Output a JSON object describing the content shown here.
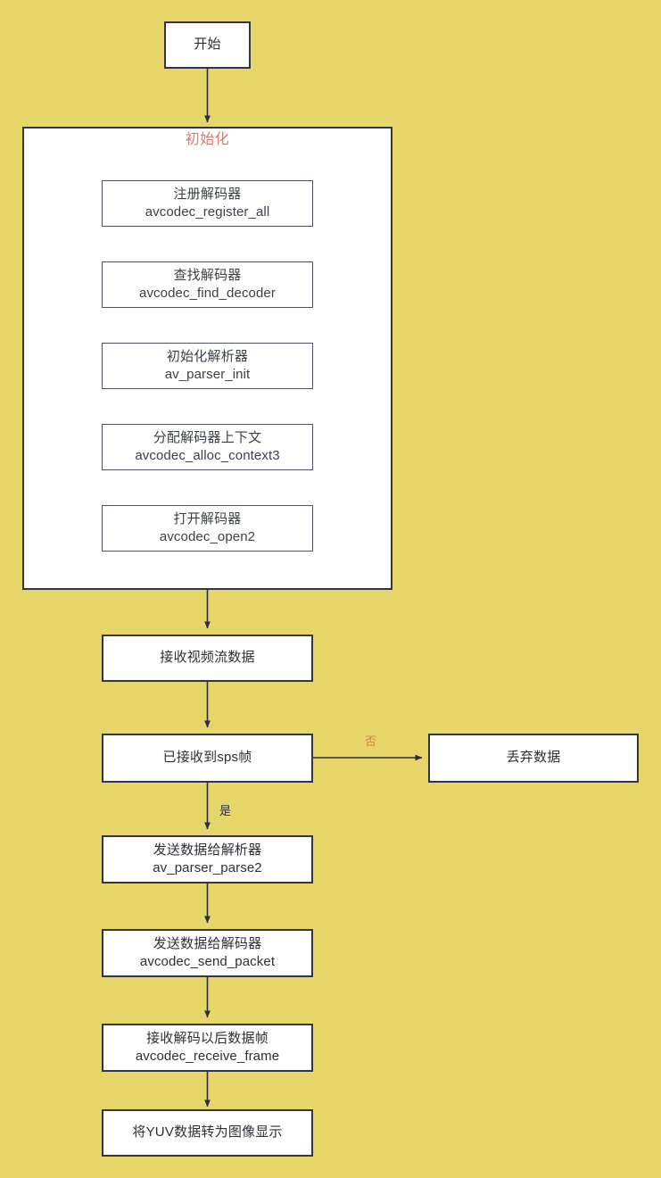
{
  "diagram": {
    "type": "flowchart",
    "title_color": "#e8736a",
    "background_color": "#e6d568",
    "node_fill": "#ffffff",
    "node_border": "#33363d",
    "start": {
      "label": "开始"
    },
    "group": {
      "title": "初始化",
      "steps": [
        {
          "cn": "注册解码器",
          "fn": "avcodec_register_all"
        },
        {
          "cn": "查找解码器",
          "fn": "avcodec_find_decoder"
        },
        {
          "cn": "初始化解析器",
          "fn": "av_parser_init"
        },
        {
          "cn": "分配解码器上下文",
          "fn": "avcodec_alloc_context3"
        },
        {
          "cn": "打开解码器",
          "fn": "avcodec_open2"
        }
      ]
    },
    "main_steps": [
      {
        "cn": "接收视频流数据",
        "fn": ""
      },
      {
        "cn": "已接收到sps帧",
        "fn": ""
      },
      {
        "cn": "发送数据给解析器",
        "fn": "av_parser_parse2"
      },
      {
        "cn": "发送数据给解码器",
        "fn": "avcodec_send_packet"
      },
      {
        "cn": "接收解码以后数据帧",
        "fn": "avcodec_receive_frame"
      },
      {
        "cn": "将YUV数据转为图像显示",
        "fn": ""
      }
    ],
    "branch": {
      "no_label": "否",
      "yes_label": "是",
      "discard": {
        "cn": "丢弃数据",
        "fn": ""
      }
    }
  }
}
